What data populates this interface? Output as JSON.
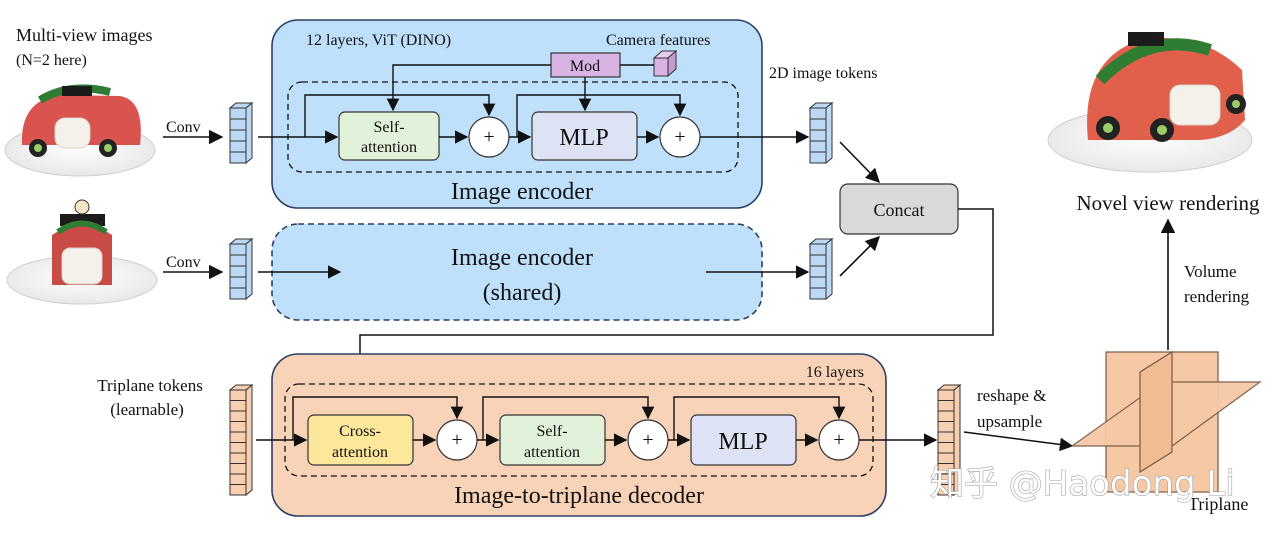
{
  "inputs": {
    "title": "Multi-view images",
    "subtitle": "(N=2 here)",
    "conv_label": "Conv"
  },
  "encoder": {
    "layers": "12 layers, ViT (DINO)",
    "camera_features": "Camera features",
    "mod": "Mod",
    "self_attention_line1": "Self-",
    "self_attention_line2": "attention",
    "plus": "+",
    "mlp": "MLP",
    "title": "Image encoder"
  },
  "shared_encoder": {
    "line1": "Image encoder",
    "line2": "(shared)"
  },
  "tokens_2d": "2D image tokens",
  "concat": "Concat",
  "triplane_tokens": {
    "line1": "Triplane tokens",
    "line2": "(learnable)"
  },
  "decoder": {
    "layers": "16 layers",
    "cross_attention_line1": "Cross-",
    "cross_attention_line2": "attention",
    "self_attention_line1": "Self-",
    "self_attention_line2": "attention",
    "plus": "+",
    "mlp": "MLP",
    "title": "Image-to-triplane decoder"
  },
  "reshape": {
    "line1": "reshape &",
    "line2": "upsample"
  },
  "triplane": "Triplane",
  "volume_rendering": {
    "line1": "Volume",
    "line2": "rendering"
  },
  "novel_view": "Novel view rendering",
  "watermark": "知乎 @Haodong Li",
  "colors": {
    "encoder_fill": "#bfe0fb",
    "decoder_fill": "#f9d3b8",
    "self_attention_fill": "#e2f1d9",
    "cross_attention_fill": "#fde79a",
    "mlp_fill": "#dde3f5",
    "mod_fill": "#d9b3e3",
    "concat_fill": "#d9d9d9",
    "token_blue": "#bcd8f5",
    "token_orange": "#f8cfb0",
    "triplane_fill": "#f5c9a6"
  }
}
